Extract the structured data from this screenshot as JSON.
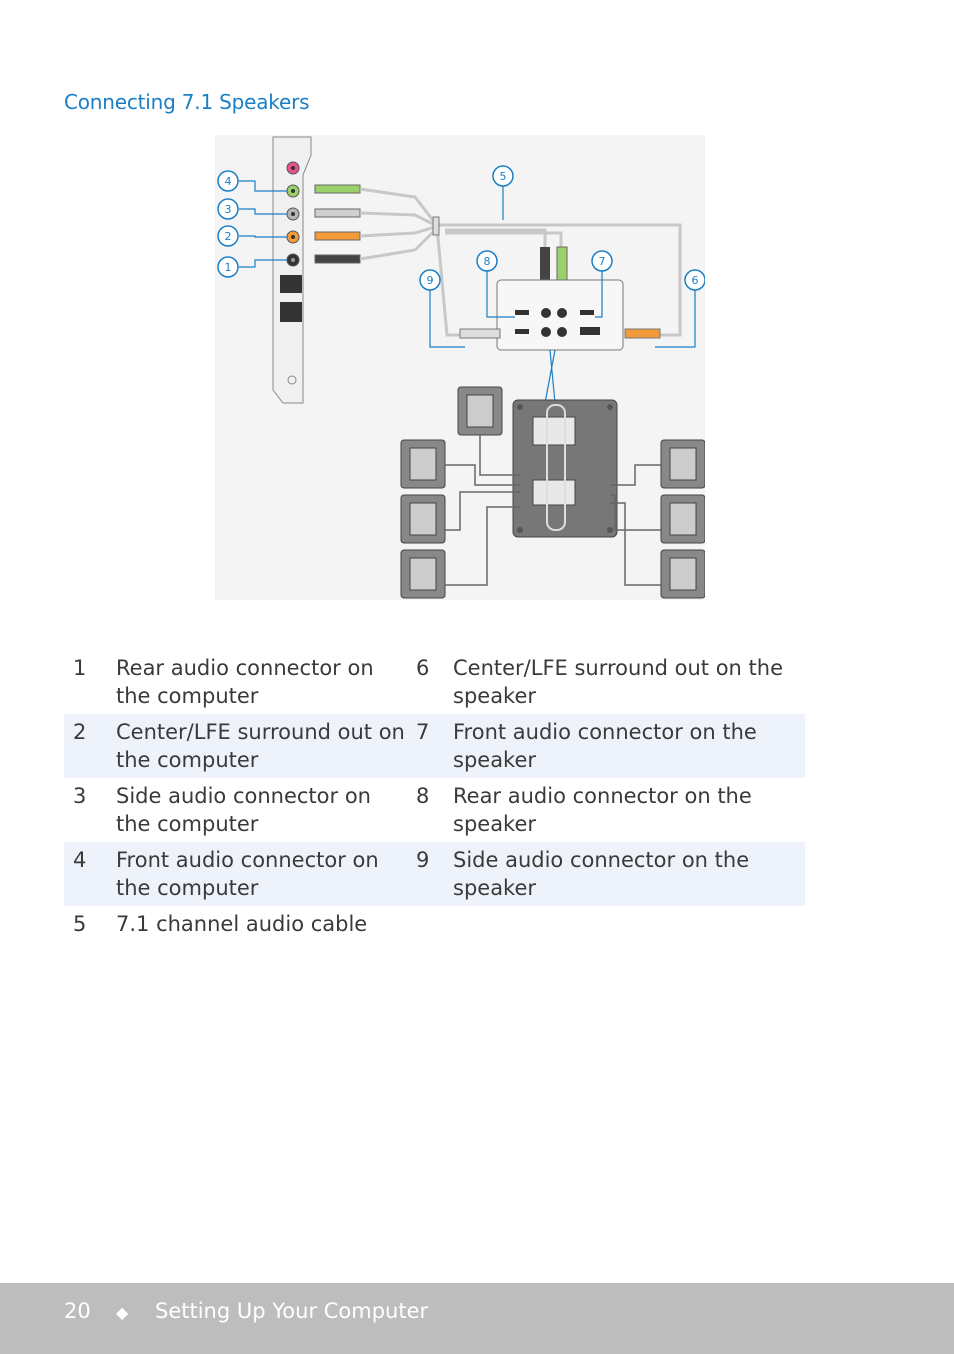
{
  "title": "Connecting 7.1 Speakers",
  "diagram": {
    "callouts": [
      "1",
      "2",
      "3",
      "4",
      "5",
      "6",
      "7",
      "8",
      "9"
    ],
    "colors": {
      "pink": "#e8518d",
      "green": "#9bd16b",
      "gray": "#b5b5b5",
      "orange": "#f39a3a",
      "black": "#333333",
      "callout_blue": "#1a7fc4"
    }
  },
  "legend": [
    {
      "left_num": "1",
      "left_text": "Rear audio connector on the computer",
      "right_num": "6",
      "right_text": "Center/LFE surround out  on the speaker"
    },
    {
      "left_num": "2",
      "left_text": "Center/LFE surround out on the computer",
      "right_num": "7",
      "right_text": "Front audio connector on the speaker"
    },
    {
      "left_num": "3",
      "left_text": "Side audio connector on the computer",
      "right_num": "8",
      "right_text": "Rear audio connector on the speaker"
    },
    {
      "left_num": "4",
      "left_text": "Front audio connector on the computer",
      "right_num": "9",
      "right_text": "Side audio connector on the speaker"
    },
    {
      "left_num": "5",
      "left_text": "7.1 channel audio cable",
      "right_num": "",
      "right_text": ""
    }
  ],
  "footer": {
    "page_number": "20",
    "separator": "◆",
    "section": "Setting Up Your Computer"
  }
}
